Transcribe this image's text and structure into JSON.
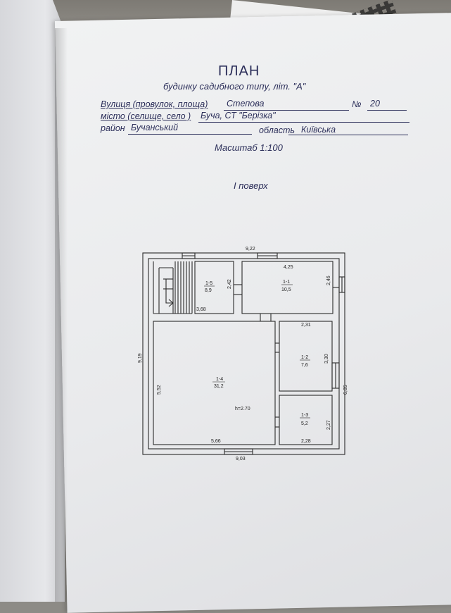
{
  "header": {
    "title": "ПЛАН",
    "subtitle": "будинку садибного типу, літ. \"А\""
  },
  "address": {
    "street_label": "Вулиця (провулок, площа)",
    "street_value": "Степова",
    "number_label": "№",
    "number_value": "20",
    "city_label": "місто (селище, село )",
    "city_value": "Буча, СТ \"Берізка\"",
    "district_label": "район",
    "district_value": "Бучанський",
    "region_label": "область",
    "region_value": "Київська"
  },
  "scale": "Масштаб 1:100",
  "floor": "І поверх",
  "plan": {
    "rooms": [
      {
        "id": "1-5",
        "area": "8,9"
      },
      {
        "id": "1-1",
        "area": "10,5"
      },
      {
        "id": "1-2",
        "area": "7,6"
      },
      {
        "id": "1-4",
        "area": "31,2"
      },
      {
        "id": "1-3",
        "area": "5,2"
      }
    ],
    "height": "h=2.70",
    "dimensions": {
      "top_overall": "9,22",
      "room_1_1_width": "4,25",
      "room_1_1_depth": "2,46",
      "room_1_5_depth": "2,42",
      "room_1_5_width": "3,68",
      "room_1_2_width": "2,31",
      "room_1_2_depth": "3,30",
      "left_overall": "9,19",
      "room_1_4_depth": "5,52",
      "right_overall": "6,05",
      "room_1_3_depth": "2,27",
      "room_1_4_width": "5,66",
      "room_1_3_width": "2,28",
      "bottom_overall": "9,03"
    }
  }
}
